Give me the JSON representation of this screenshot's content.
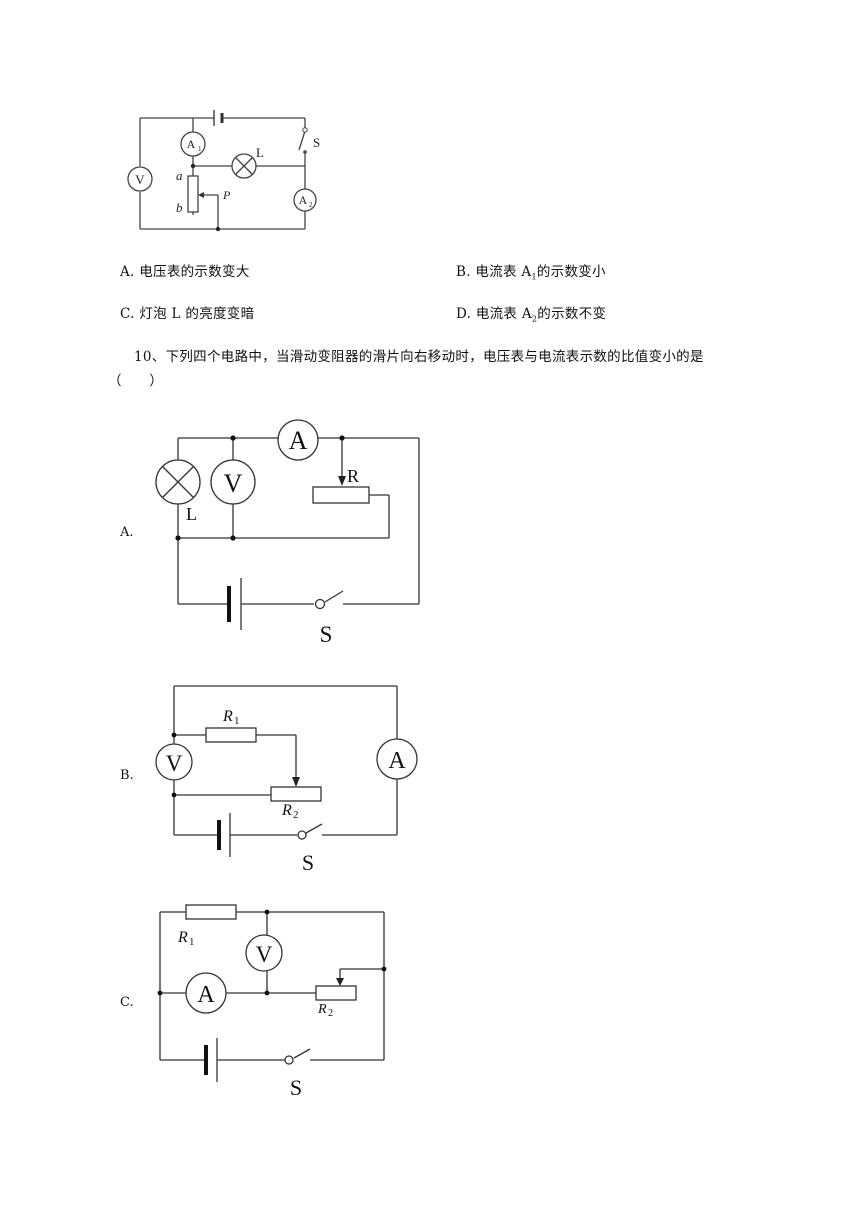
{
  "q9": {
    "figure_labels": {
      "voltmeter": "V",
      "ammeter1": "A",
      "ammeter1_sub": "1",
      "ammeter2": "A",
      "ammeter2_sub": "2",
      "lamp": "L",
      "switch": "S",
      "end_a": "a",
      "end_b": "b",
      "slider": "P"
    },
    "options": [
      {
        "letter": "A.",
        "pre": "电压表的示数变大",
        "sub": "",
        "post": ""
      },
      {
        "letter": "B.",
        "pre": "电流表 A",
        "sub": "1",
        "post": "的示数变小"
      },
      {
        "letter": "C.",
        "pre": "灯泡 L 的亮度变暗",
        "sub": "",
        "post": ""
      },
      {
        "letter": "D.",
        "pre": "电流表 A",
        "sub": "2",
        "post": "的示数不变"
      }
    ]
  },
  "q10": {
    "stem": "10、下列四个电路中，当滑动变阻器的滑片向右移动时，电压表与电流表示数的比值变小的是",
    "blank": "（　　）",
    "circuits": [
      {
        "letter": "A.",
        "labels": {
          "ammeter": "A",
          "voltmeter": "V",
          "lamp": "L",
          "resistor": "R",
          "switch": "S"
        }
      },
      {
        "letter": "B.",
        "labels": {
          "voltmeter": "V",
          "ammeter": "A",
          "r1": "R",
          "r1_sub": "1",
          "r2": "R",
          "r2_sub": "2",
          "switch": "S"
        }
      },
      {
        "letter": "C.",
        "labels": {
          "voltmeter": "V",
          "ammeter": "A",
          "r1": "R",
          "r1_sub": "1",
          "r2": "R",
          "r2_sub": "2",
          "switch": "S"
        }
      }
    ]
  }
}
